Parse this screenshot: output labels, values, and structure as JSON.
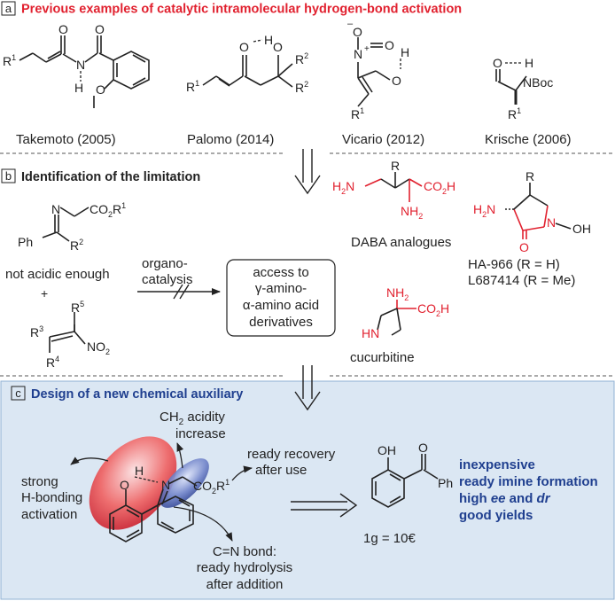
{
  "colors": {
    "red": "#e1212f",
    "blue": "#1f3f8f",
    "panel_bg": "#dbe7f3",
    "panel_border": "#8fb0d3",
    "dash": "#555555",
    "ink": "#222222"
  },
  "sections": {
    "a": {
      "letter": "a",
      "title": "Previous examples of catalytic intramolecular hydrogen-bond activation"
    },
    "b": {
      "letter": "b",
      "title": "Identification of the limitation"
    },
    "c": {
      "letter": "c",
      "title": "Design of a new chemical auxiliary"
    }
  },
  "examples": [
    {
      "label": "Takemoto (2005)"
    },
    {
      "label": "Palomo (2014)"
    },
    {
      "label": "Vicario (2012)"
    },
    {
      "label": "Krische (2006)"
    }
  ],
  "structure_text": {
    "takemoto": {
      "r1": "R",
      "r1_sup": "1",
      "n": "N",
      "h": "H",
      "o1": "O",
      "o2": "O",
      "ome": "O"
    },
    "palomo": {
      "r1": "R",
      "r1_sup": "1",
      "o1": "O",
      "h": "H",
      "o2": "O",
      "r2a": "R",
      "r2b": "R",
      "r2_sup": "2"
    },
    "vicario": {
      "minus": "–",
      "o1": "O",
      "n": "N",
      "plus": "+",
      "o2": "O",
      "h": "H",
      "o3": "O",
      "r1": "R",
      "r1_sup": "1"
    },
    "krische": {
      "o": "O",
      "h": "H",
      "nboc": "NBoc",
      "r1": "R",
      "r1_sup": "1"
    }
  },
  "limitation": {
    "imine": {
      "n": "N",
      "co2r": "CO",
      "co2r_sub": "2",
      "r": "R",
      "r_sup": "1",
      "ph": "Ph",
      "r2": "R",
      "r2_sup": "2"
    },
    "not_acidic": "not acidic enough",
    "plus": "+",
    "nitroalkene": {
      "r5": "R",
      "r5_sup": "5",
      "r3": "R",
      "r3_sup": "3",
      "r4": "R",
      "r4_sup": "4",
      "no2": "NO",
      "no2_sub": "2"
    },
    "organo_line1": "organo-",
    "organo_line2": "catalysis",
    "product_box": [
      "access to",
      "γ-amino-",
      "α-amino acid",
      "derivatives"
    ]
  },
  "targets": {
    "daba": {
      "r": "R",
      "h2n": "H",
      "h2n_sub": "2",
      "h2n_n": "N",
      "co2h": "CO",
      "co2h_sub": "2",
      "co2h_h": "H",
      "nh2": "NH",
      "nh2_sub": "2",
      "label": "DABA analogues"
    },
    "ha966": {
      "r": "R",
      "h2n": "H",
      "h2n_sub": "2",
      "h2n_n": "N",
      "n": "N",
      "oh": "OH",
      "o": "O",
      "label1": "HA-966 (R = H)",
      "label2": "L687414 (R = Me)"
    },
    "cucurbitine": {
      "nh2": "NH",
      "nh2_sub": "2",
      "co2h": "CO",
      "co2h_sub": "2",
      "co2h_h": "H",
      "hn": "HN",
      "label": "cucurbitine"
    }
  },
  "design": {
    "o": "O",
    "h": "H",
    "n": "N",
    "co2r": "CO",
    "co2r_sub": "2",
    "co2r_r": "R",
    "co2r_sup": "1",
    "ch2_line1_a": "CH",
    "ch2_line1_sub": "2",
    "ch2_line1_b": " acidity",
    "ch2_line2": "increase",
    "strong": [
      "strong",
      "H-bonding",
      "activation"
    ],
    "recovery": [
      "ready recovery",
      "after use"
    ],
    "cn_bond": [
      "C=N bond:",
      "ready hydrolysis",
      "after addition"
    ],
    "auxiliary": {
      "oh": "OH",
      "o": "O",
      "ph": "Ph",
      "price": "1g = 10€"
    },
    "benefits": {
      "line1": "inexpensive",
      "line2": "ready imine formation",
      "line3_a": "high ",
      "line3_ee": "ee",
      "line3_mid": " and ",
      "line3_dr": "dr",
      "line4": "good yields"
    }
  }
}
